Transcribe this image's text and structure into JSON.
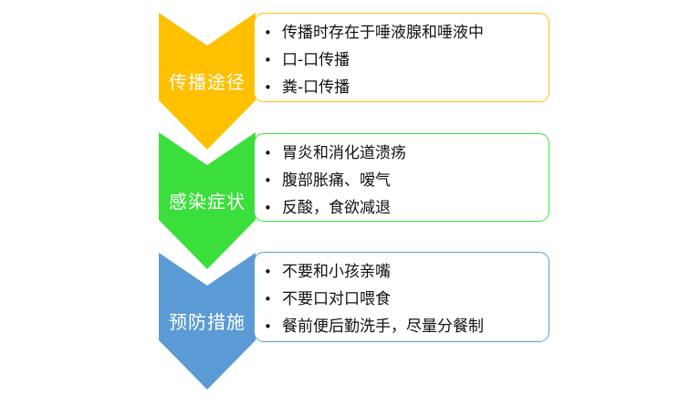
{
  "colors": {
    "transmission": "#ffc000",
    "symptoms": "#3bdf3b",
    "prevention": "#5b9bd5"
  },
  "sections": [
    {
      "label": "传播途径",
      "items": [
        "传播时存在于唾液腺和唾液中",
        "口-口传播",
        "粪-口传播"
      ]
    },
    {
      "label": "感染症状",
      "items": [
        "胃炎和消化道溃疡",
        "腹部胀痛、嗳气",
        "反酸，食欲减退"
      ]
    },
    {
      "label": "预防措施",
      "items": [
        "不要和小孩亲嘴",
        "不要口对口喂食",
        "餐前便后勤洗手，尽量分餐制"
      ]
    }
  ]
}
